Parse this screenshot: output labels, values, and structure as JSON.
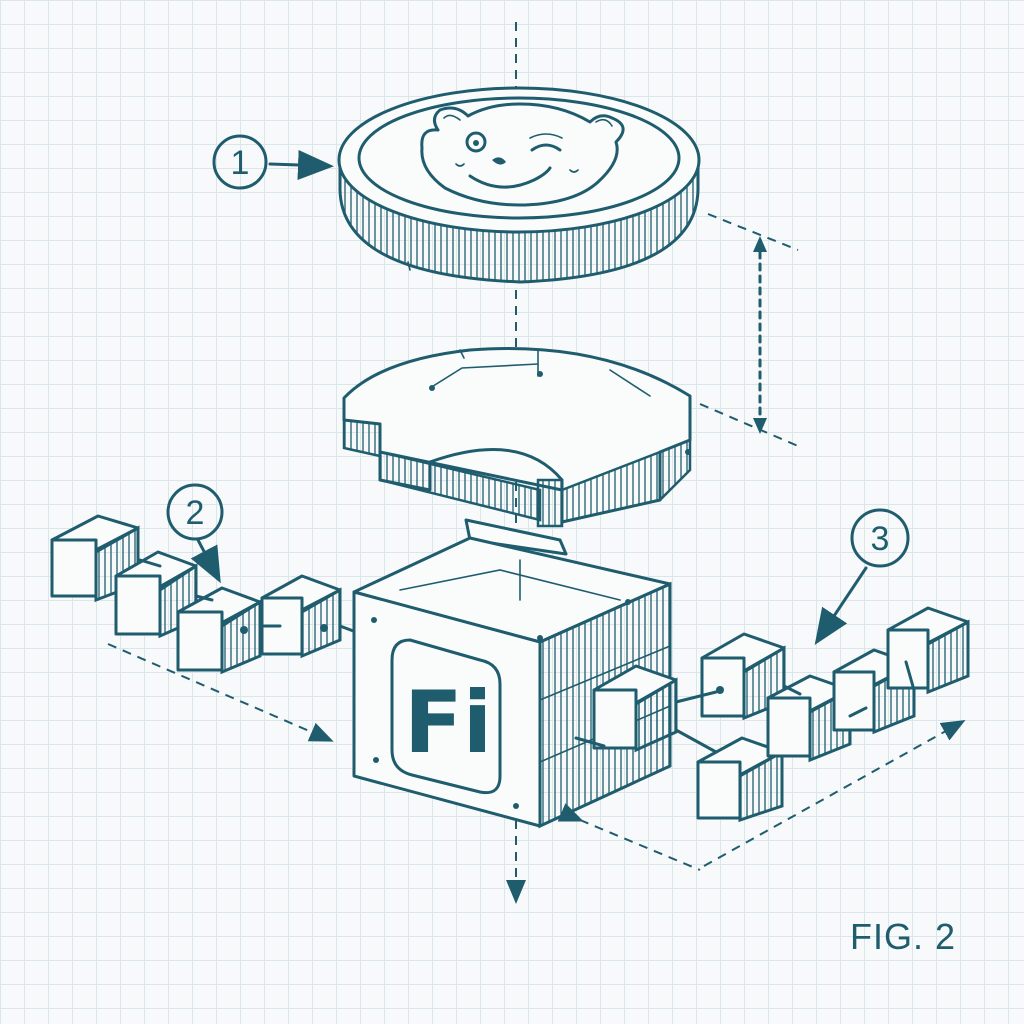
{
  "callouts": {
    "one": "1",
    "two": "2",
    "three": "3"
  },
  "logo": {
    "text": "Fi"
  },
  "figure_label": "FIG. 2",
  "colors": {
    "ink": "#1f5d6e",
    "paper": "#f7f9fa",
    "grid": "#dbe6ea"
  },
  "icons": {
    "coin": "bear-face-coin-icon",
    "cube": "fi-logo-cube-icon"
  }
}
